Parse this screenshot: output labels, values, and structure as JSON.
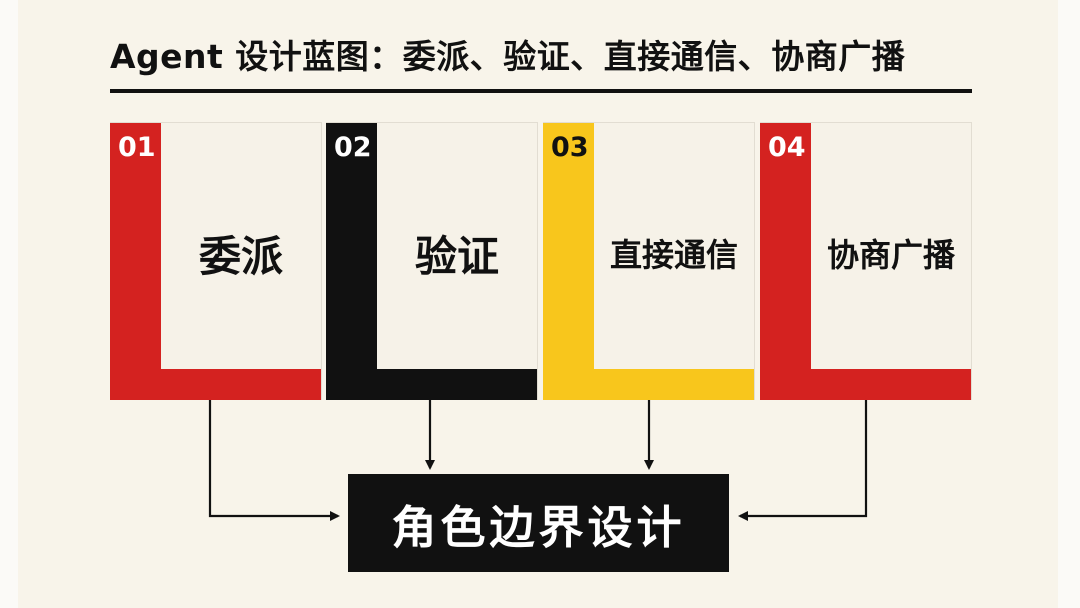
{
  "title": "Agent 设计蓝图：委派、验证、直接通信、协商广播",
  "colors": {
    "background": "#f8f4ea",
    "red": "#d42220",
    "black": "#111111",
    "yellow": "#f8c61c",
    "text": "#111111"
  },
  "cards": [
    {
      "number": "01",
      "label": "委派",
      "color": "#d42220",
      "number_color": "#ffffff"
    },
    {
      "number": "02",
      "label": "验证",
      "color": "#111111",
      "number_color": "#ffffff"
    },
    {
      "number": "03",
      "label": "直接通信",
      "color": "#f8c61c",
      "number_color": "#111111"
    },
    {
      "number": "04",
      "label": "协商广播",
      "color": "#d42220",
      "number_color": "#ffffff"
    }
  ],
  "center": {
    "label": "角色边界设计"
  }
}
